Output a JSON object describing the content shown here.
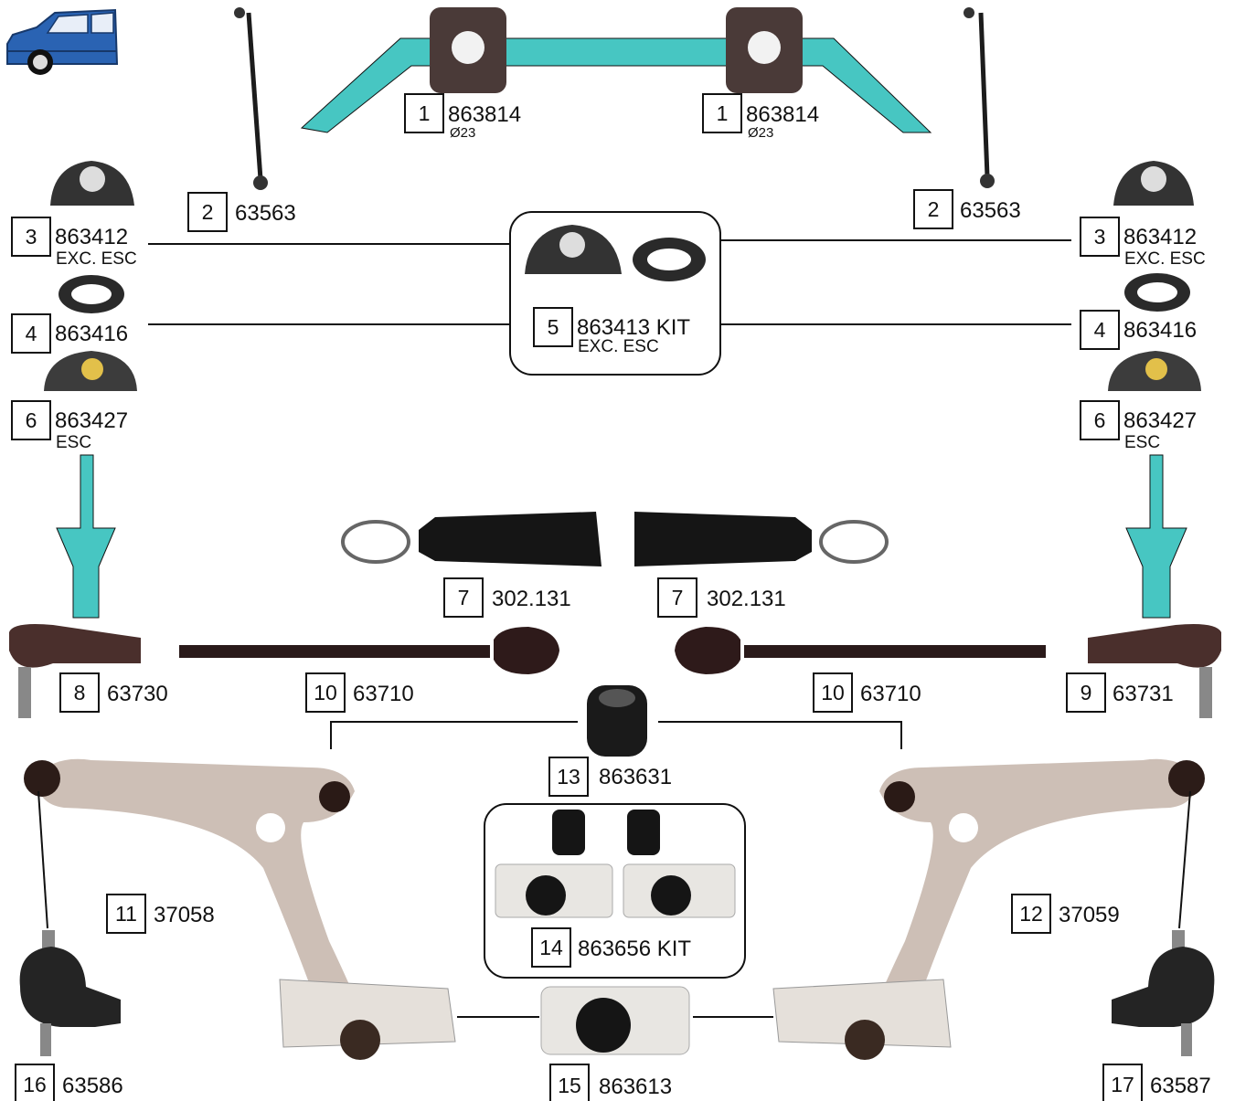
{
  "colors": {
    "teal": "#47c6c2",
    "line": "#111111",
    "arm": "#cdbfb6",
    "rubber": "#222222",
    "bracket": "#e8e6e2"
  },
  "icons": {
    "vehicle": "car-icon"
  },
  "parts": [
    {
      "id": "p1a",
      "number": "1",
      "code": "863814",
      "note": "Ø23"
    },
    {
      "id": "p1b",
      "number": "1",
      "code": "863814",
      "note": "Ø23"
    },
    {
      "id": "p2a",
      "number": "2",
      "code": "63563"
    },
    {
      "id": "p2b",
      "number": "2",
      "code": "63563"
    },
    {
      "id": "p3a",
      "number": "3",
      "code": "863412",
      "note": "EXC. ESC"
    },
    {
      "id": "p3b",
      "number": "3",
      "code": "863412",
      "note": "EXC. ESC"
    },
    {
      "id": "p4a",
      "number": "4",
      "code": "863416"
    },
    {
      "id": "p4b",
      "number": "4",
      "code": "863416"
    },
    {
      "id": "p5",
      "number": "5",
      "code": "863413 KIT",
      "note": "EXC. ESC"
    },
    {
      "id": "p6a",
      "number": "6",
      "code": "863427",
      "note": "ESC"
    },
    {
      "id": "p6b",
      "number": "6",
      "code": "863427",
      "note": "ESC"
    },
    {
      "id": "p7a",
      "number": "7",
      "code": "302.131"
    },
    {
      "id": "p7b",
      "number": "7",
      "code": "302.131"
    },
    {
      "id": "p8",
      "number": "8",
      "code": "63730"
    },
    {
      "id": "p9",
      "number": "9",
      "code": "63731"
    },
    {
      "id": "p10a",
      "number": "10",
      "code": "63710"
    },
    {
      "id": "p10b",
      "number": "10",
      "code": "63710"
    },
    {
      "id": "p11",
      "number": "11",
      "code": "37058"
    },
    {
      "id": "p12",
      "number": "12",
      "code": "37059"
    },
    {
      "id": "p13",
      "number": "13",
      "code": "863631"
    },
    {
      "id": "p14",
      "number": "14",
      "code": "863656 KIT"
    },
    {
      "id": "p15",
      "number": "15",
      "code": "863613"
    },
    {
      "id": "p16",
      "number": "16",
      "code": "63586"
    },
    {
      "id": "p17",
      "number": "17",
      "code": "63587"
    }
  ]
}
